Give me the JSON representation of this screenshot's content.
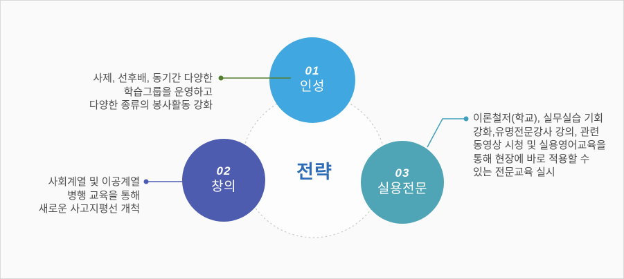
{
  "diagram": {
    "center_label": "전략",
    "center_label_color": "#2e6db6",
    "background_color": "#fafafa",
    "border_color": "#d9d9d9",
    "dashed_ring_color": "#c9c9c9",
    "annotation_text_color": "#4d4d4d",
    "nodes": [
      {
        "number": "01",
        "label": "인성",
        "color": "#41a7e0"
      },
      {
        "number": "02",
        "label": "창의",
        "color": "#4d5caf"
      },
      {
        "number": "03",
        "label": "실용전문",
        "color": "#4fa5b5"
      }
    ],
    "annotations": [
      {
        "connector_color": "#527d2e",
        "lines": [
          "사제, 선후배, 동기간 다양한",
          "학습그룹을 운영하고",
          "다양한 종류의 봉사활동 강화"
        ]
      },
      {
        "connector_color": "#4d5db4",
        "lines": [
          "사회계열 및 이공계열",
          "병행 교육을 통해",
          "새로운 사고지평선 개척"
        ]
      },
      {
        "connector_color": "#3f9fbc",
        "lines": [
          "이론철저(학교), 실무실습 기회",
          "강화,유명전문강사 강의, 관련",
          "동영상 시청 및 실용영어교육을",
          "통해 현장에 바로 적용할 수",
          "있는 전문교육 실시"
        ]
      }
    ]
  }
}
